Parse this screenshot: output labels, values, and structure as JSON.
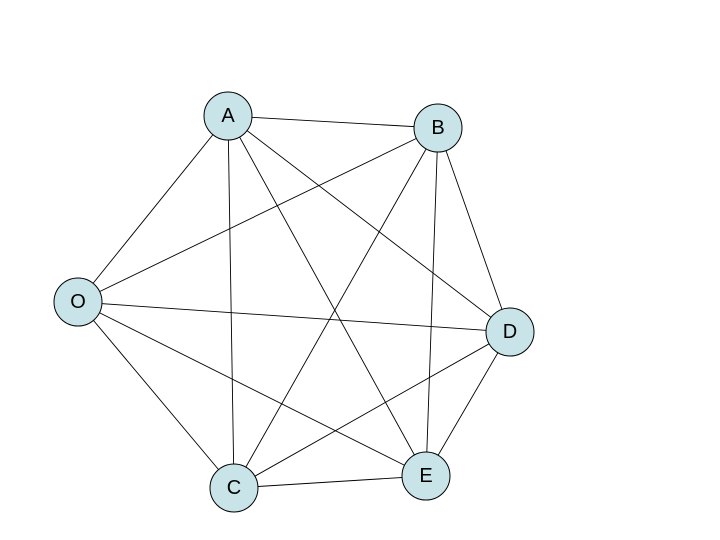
{
  "diagram": {
    "node_fill": "#c8e4e8",
    "edge_color": "#000000",
    "nodes": [
      {
        "id": "A",
        "label": "A"
      },
      {
        "id": "B",
        "label": "B"
      },
      {
        "id": "O",
        "label": "O"
      },
      {
        "id": "D",
        "label": "D"
      },
      {
        "id": "C",
        "label": "C"
      },
      {
        "id": "E",
        "label": "E"
      }
    ],
    "edges": [
      [
        "A",
        "B"
      ],
      [
        "A",
        "O"
      ],
      [
        "A",
        "C"
      ],
      [
        "A",
        "E"
      ],
      [
        "A",
        "D"
      ],
      [
        "B",
        "O"
      ],
      [
        "B",
        "C"
      ],
      [
        "B",
        "E"
      ],
      [
        "B",
        "D"
      ],
      [
        "O",
        "D"
      ],
      [
        "O",
        "C"
      ],
      [
        "O",
        "E"
      ],
      [
        "D",
        "C"
      ],
      [
        "D",
        "E"
      ],
      [
        "C",
        "E"
      ]
    ]
  }
}
